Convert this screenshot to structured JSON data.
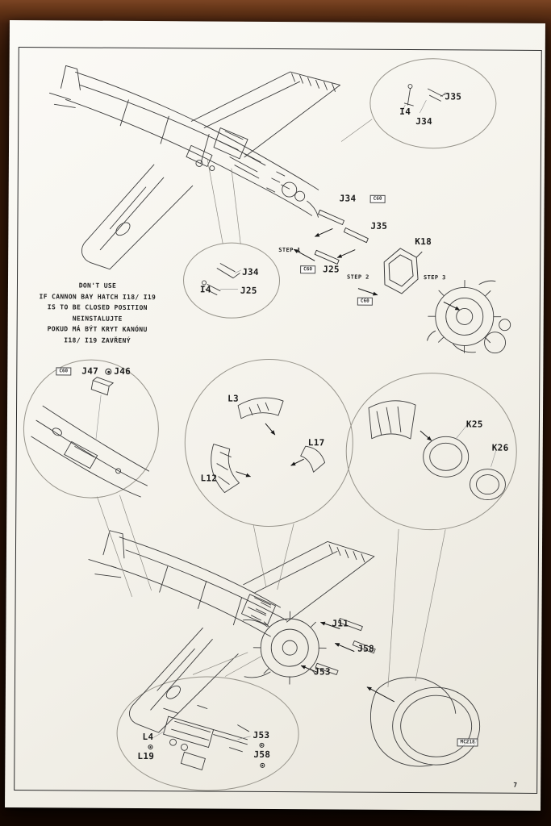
{
  "page": {
    "number": "7"
  },
  "warning": {
    "line1": "DON'T USE",
    "line2": "IF CANNON BAY HATCH I18/ I19",
    "line3": "IS TO BE CLOSED POSITION",
    "line4": "NEINSTALUJTE",
    "line5": "POKUD MÁ BÝT KRYT KANÓNU",
    "line6": "I18/ I19 ZAVŘENÝ"
  },
  "top_inset": {
    "j35": "J35",
    "i4": "I4",
    "j34": "J34"
  },
  "mid_inset": {
    "j34": "J34",
    "i4": "I4",
    "j25": "J25"
  },
  "assembly": {
    "j34": "J34",
    "j35": "J35",
    "j25": "J25",
    "k18": "K18",
    "step1": "STEP 1",
    "step2": "STEP 2",
    "step3": "STEP 3",
    "c60": "C60"
  },
  "left_circle": {
    "c60": "C60",
    "j47": "J47",
    "j46": "J46"
  },
  "center_circle": {
    "l3": "L3",
    "l17": "L17",
    "l12": "L12"
  },
  "right_circle": {
    "k25": "K25",
    "k26": "K26"
  },
  "bottom_assembly": {
    "j11": "J11",
    "j58": "J58",
    "j53": "J53",
    "mc218": "MC218"
  },
  "bottom_inset": {
    "l4": "L4",
    "l19": "L19",
    "j53": "J53",
    "j58": "J58"
  }
}
